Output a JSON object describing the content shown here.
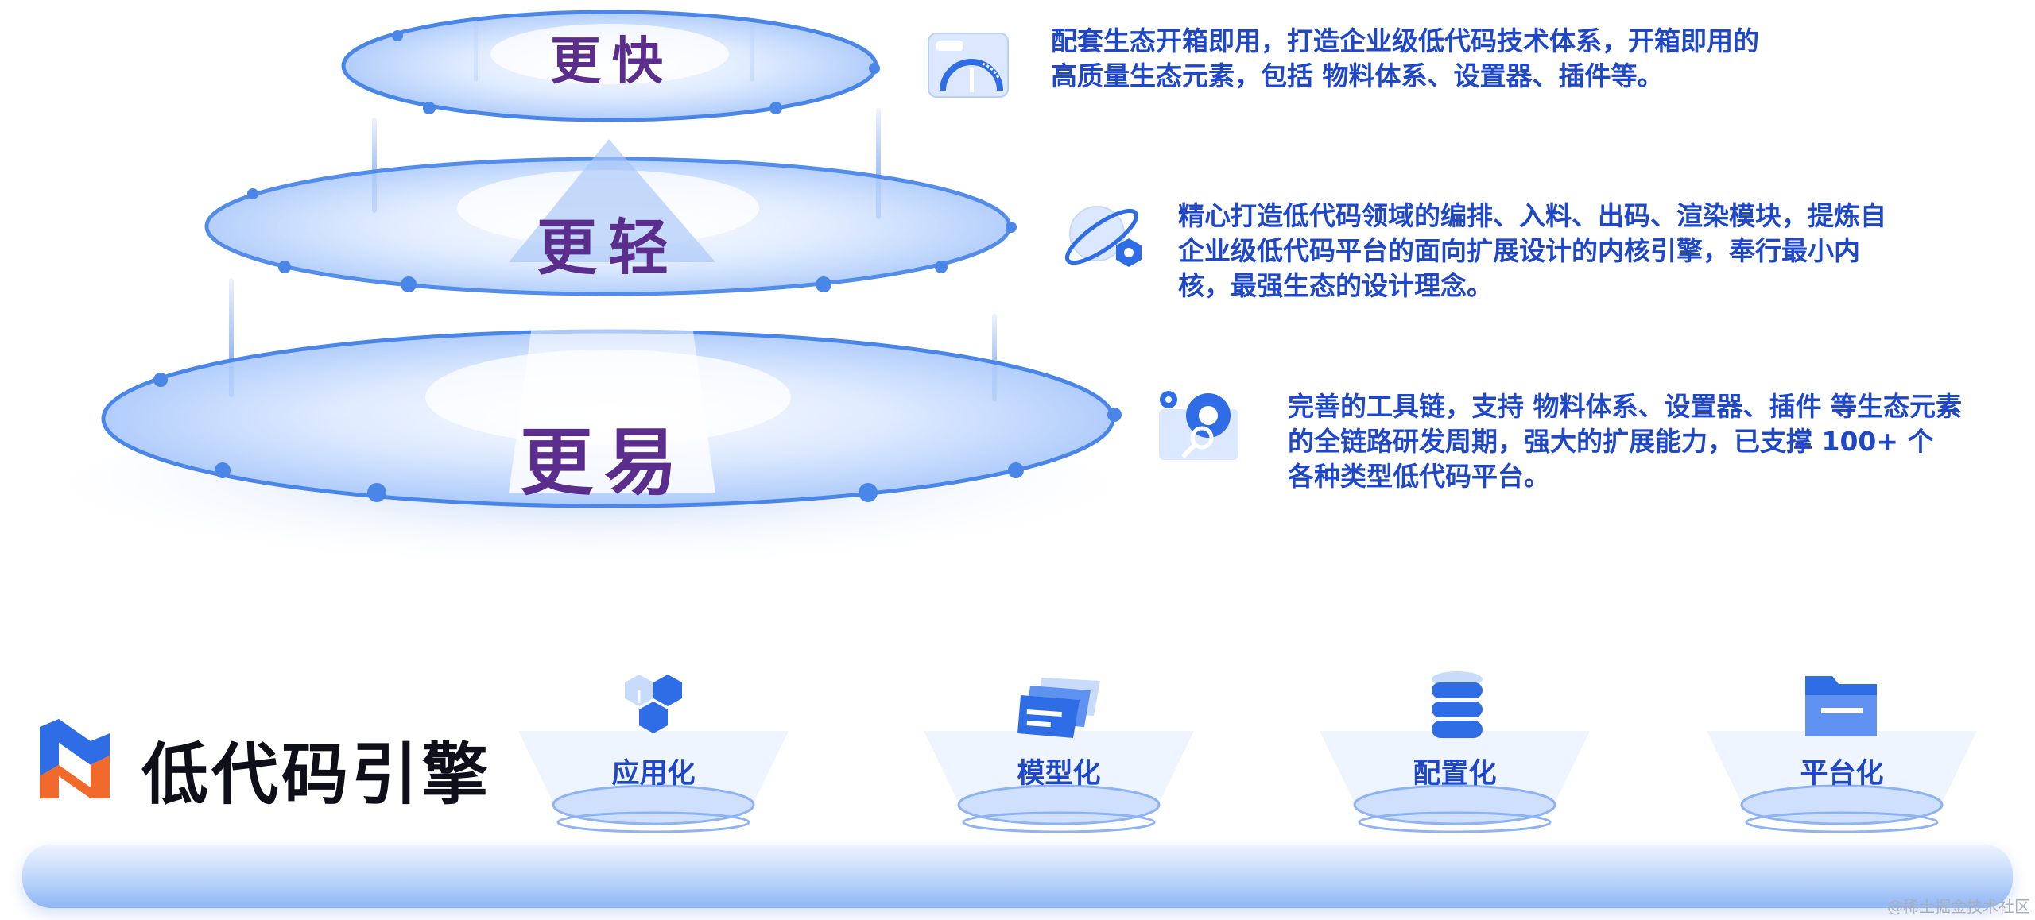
{
  "layers": {
    "fast": {
      "label": "更快"
    },
    "light": {
      "label": "更轻"
    },
    "easy": {
      "label": "更易"
    }
  },
  "features": {
    "fast": {
      "text": "配套生态开箱即用，打造企业级低代码技术体系，开箱即用的\n高质量生态元素，包括 物料体系、设置器、插件等。",
      "icon": "speedometer-icon"
    },
    "light": {
      "text": "精心打造低代码领域的编排、入料、出码、渲染模块，提炼自\n企业级低代码平台的面向扩展设计的内核引擎，奉行最小内\n核，最强生态的设计理念。",
      "icon": "planet-hexagon-icon"
    },
    "easy": {
      "text": "完善的工具链，支持 物料体系、设置器、插件 等生态元素\n的全链路研发周期，强大的扩展能力，已支撑 100+ 个\n各种类型低代码平台。",
      "icon": "gear-search-icon"
    }
  },
  "engine": {
    "title": "低代码引擎",
    "logo_icon": "engine-logo-icon"
  },
  "pillars": [
    {
      "label": "应用化",
      "icon": "cubes-icon"
    },
    {
      "label": "模型化",
      "icon": "cards-icon"
    },
    {
      "label": "配置化",
      "icon": "database-icon"
    },
    {
      "label": "平台化",
      "icon": "folder-icon"
    }
  ],
  "watermark": "@稀土掘金技术社区",
  "colors": {
    "layer_label": "#5b2d8c",
    "description": "#1f47c9",
    "disc_edge": "#4a86e8",
    "engine_title": "#0f0f1a"
  }
}
